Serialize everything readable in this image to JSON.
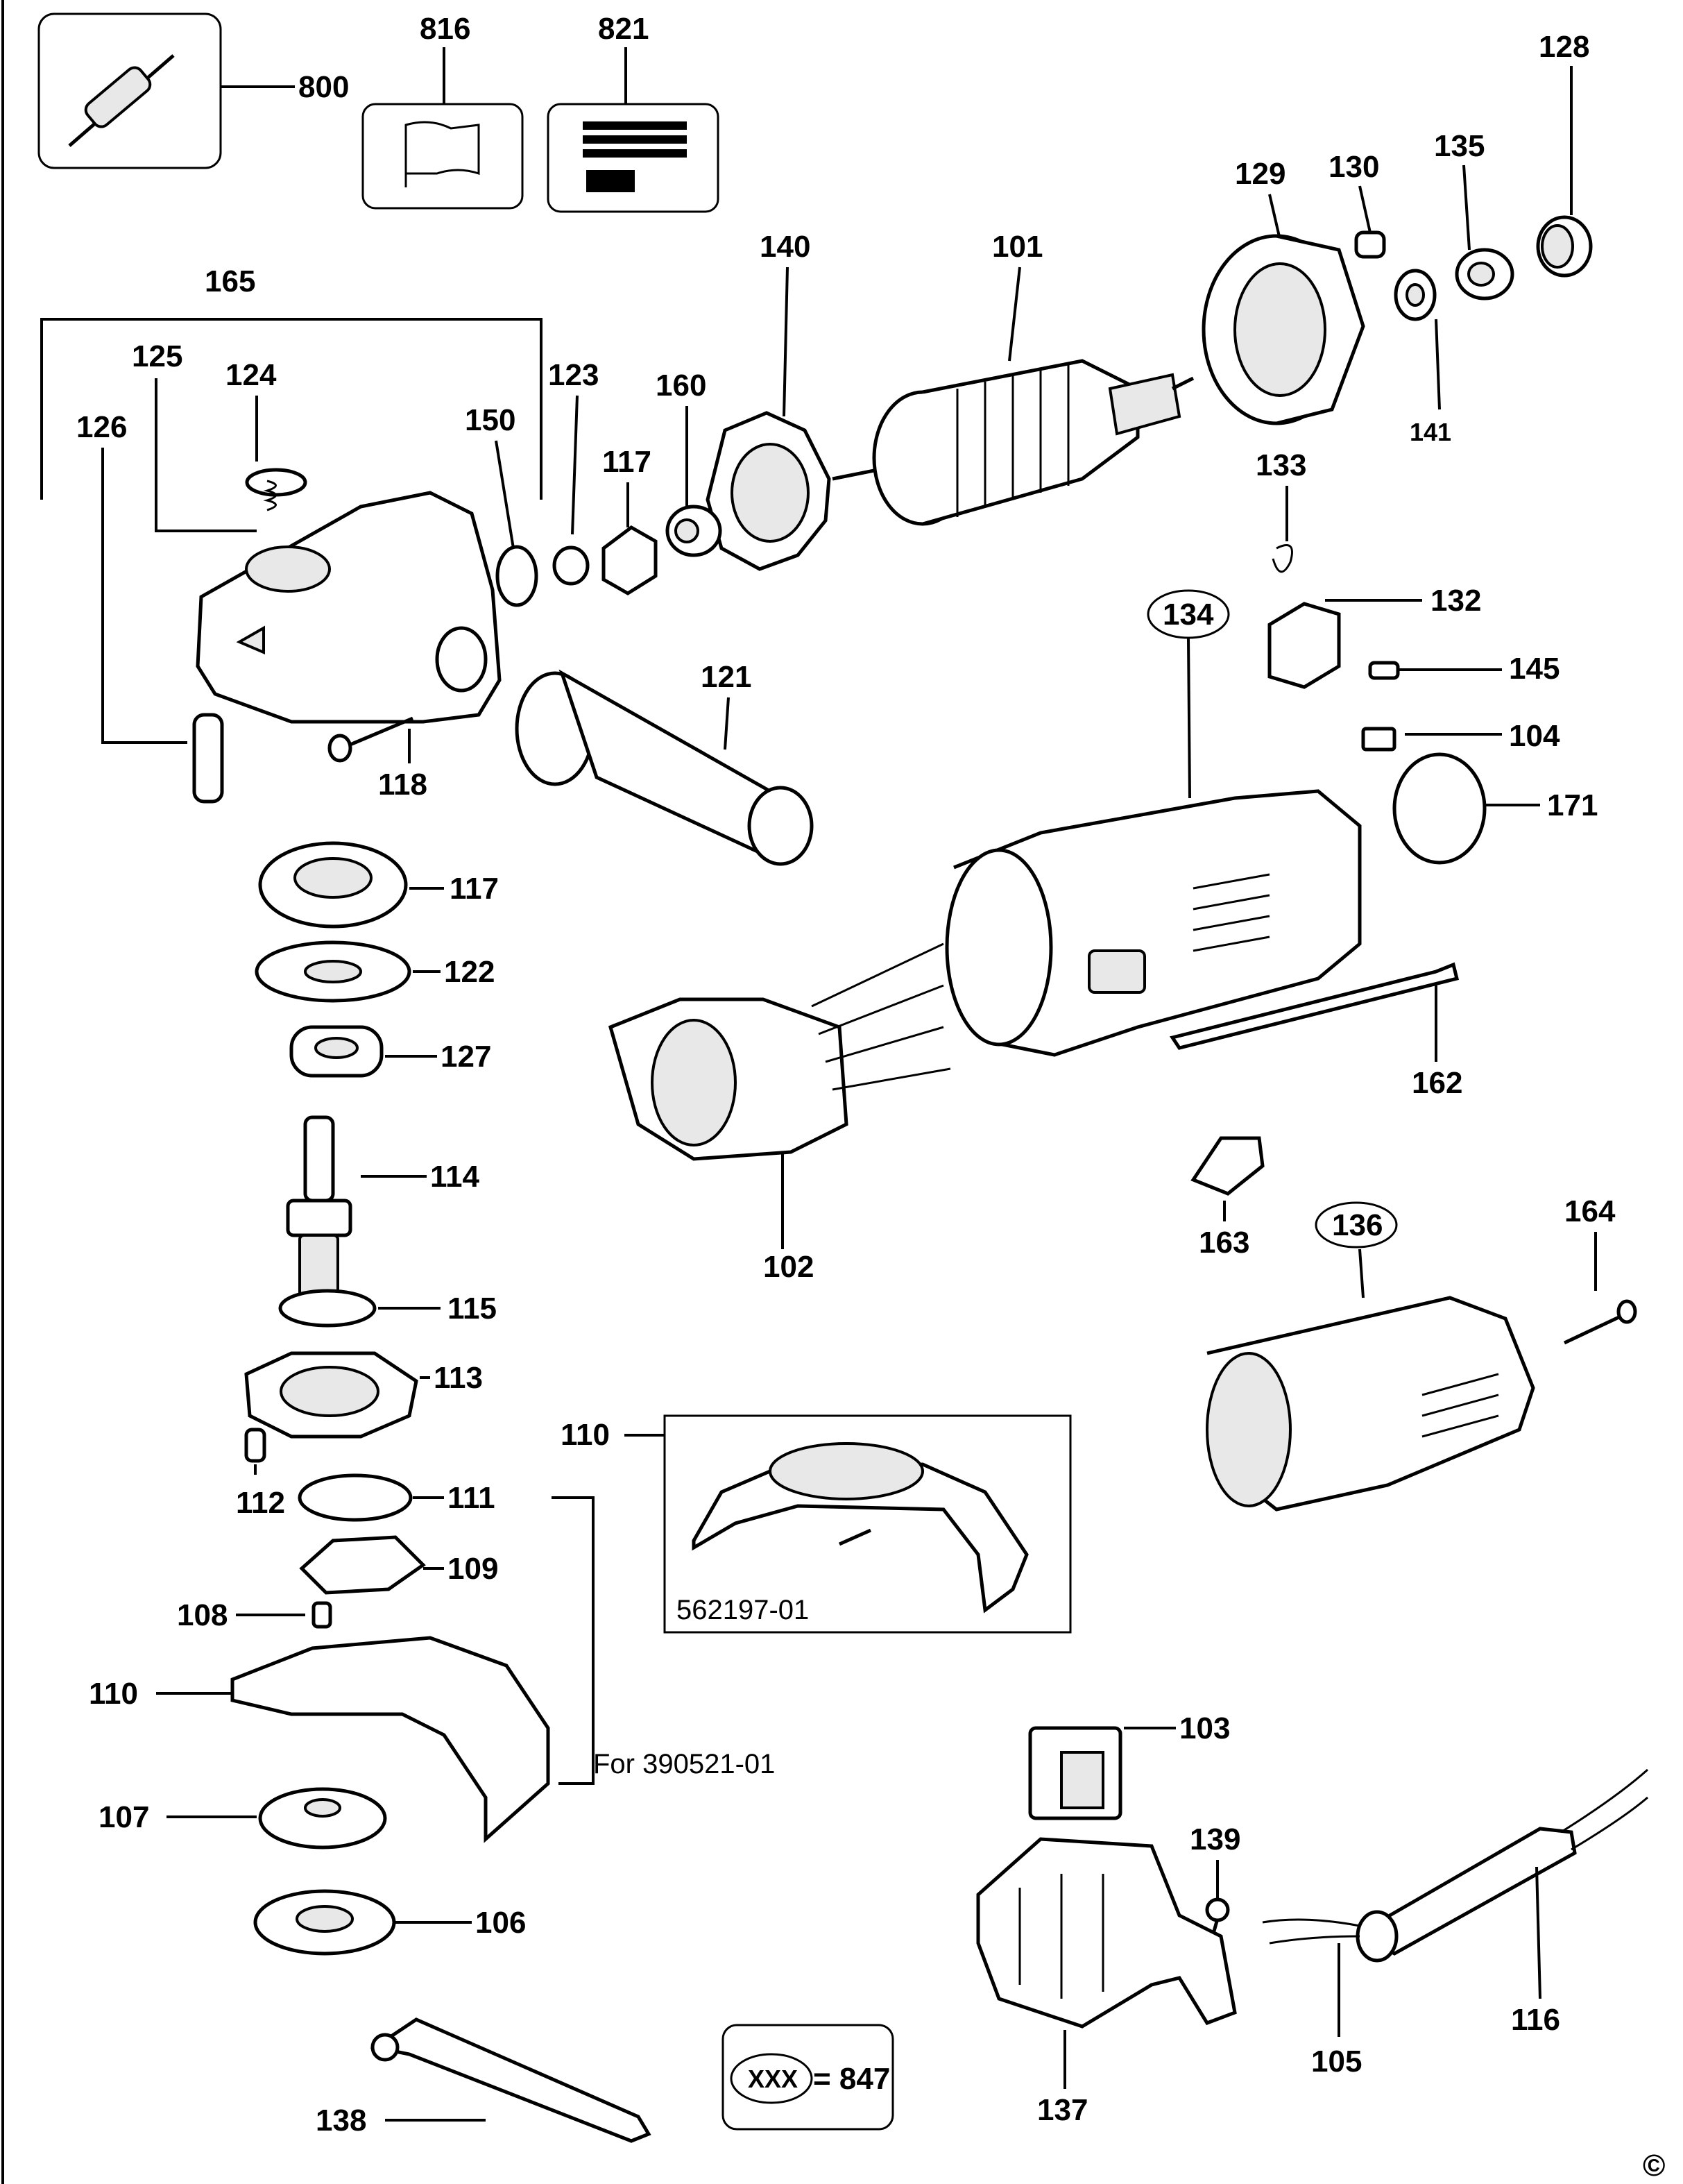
{
  "labels": {
    "p800": "800",
    "p816": "816",
    "p821": "821",
    "p128": "128",
    "p129": "129",
    "p130": "130",
    "p135": "135",
    "p140": "140",
    "p101": "101",
    "p165": "165",
    "p125": "125",
    "p124": "124",
    "p126": "126",
    "p150": "150",
    "p123": "123",
    "p160": "160",
    "p117a": "117",
    "p141": "141",
    "p133": "133",
    "p132": "132",
    "p134": "134",
    "p145": "145",
    "p104": "104",
    "p171": "171",
    "p121": "121",
    "p118": "118",
    "p117b": "117",
    "p122": "122",
    "p127": "127",
    "p114": "114",
    "p162": "162",
    "p163": "163",
    "p102": "102",
    "p136": "136",
    "p164": "164",
    "p115": "115",
    "p113": "113",
    "p110a": "110",
    "p112": "112",
    "p111": "111",
    "p109": "109",
    "p108": "108",
    "p110b": "110",
    "p107": "107",
    "p106": "106",
    "p103": "103",
    "p139": "139",
    "p137": "137",
    "p105": "105",
    "p116": "116",
    "p138": "138"
  },
  "notes": {
    "inset_part": "562197-01",
    "for_model": "For 390521-01",
    "legend_key": "XXX",
    "legend_value": "= 847",
    "copyright": "©"
  }
}
